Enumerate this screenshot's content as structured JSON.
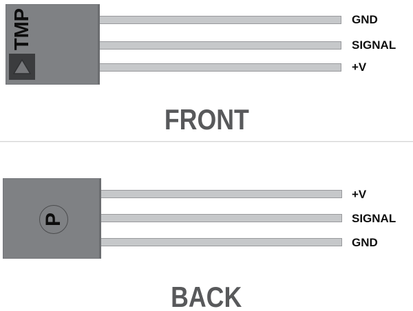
{
  "front": {
    "marking": "TMP",
    "triangle_icon": "up-triangle-icon",
    "pin_labels": [
      "GND",
      "SIGNAL",
      "+V"
    ],
    "caption": "FRONT"
  },
  "back": {
    "marking": "P",
    "pin_labels": [
      "+V",
      "SIGNAL",
      "GND"
    ],
    "caption": "BACK"
  },
  "colors": {
    "chip_body": "#7f8184",
    "chip_edge": "#6b6d70",
    "marking_square": "#3b3c3e",
    "triangle_fill": "#76777a",
    "pin_fill": "#c6c8ca",
    "pin_border": "#98999c",
    "pin_label_text": "#0e0e0e",
    "caption_text": "#58595b",
    "divider": "#d6d6d6"
  }
}
